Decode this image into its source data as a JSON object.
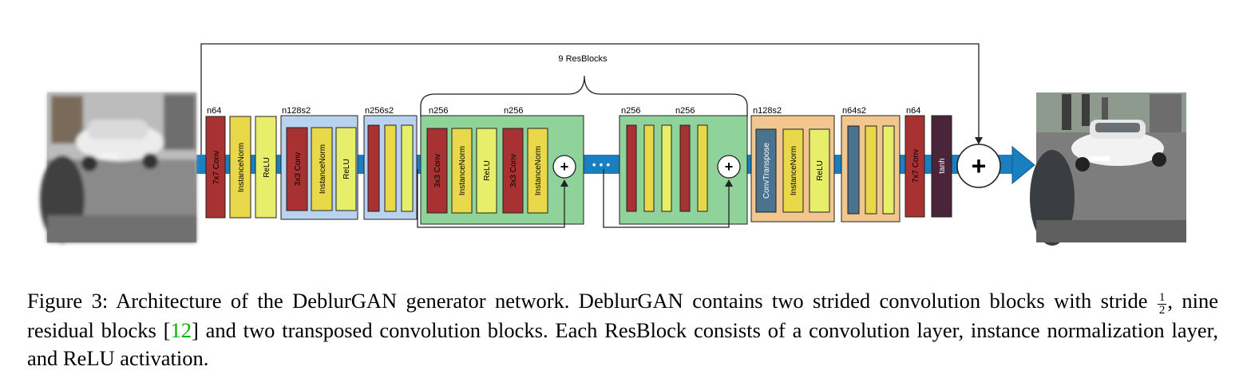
{
  "diagram": {
    "resblocks_label": "9 ResBlocks",
    "group_labels": {
      "n64_first": "n64",
      "n128s2_down": "n128s2",
      "n256s2_down": "n256s2",
      "res1_a": "n256",
      "res1_b": "n256",
      "res9_a": "n256",
      "res9_b": "n256",
      "n128s2_up": "n128s2",
      "n64s2_up": "n64s2",
      "n64_last": "n64"
    },
    "layer_labels": {
      "conv7_in": "7x7 Conv",
      "norm_in": "InstanceNorm",
      "relu_in": "ReLU",
      "conv3_down": "3x3 Conv",
      "norm_down": "InstanceNorm",
      "relu_down": "ReLU",
      "res_conv1": "3x3 Conv",
      "res_norm1": "InstanceNorm",
      "res_relu": "ReLU",
      "res_conv2": "3x3 Conv",
      "res_norm2": "InstanceNorm",
      "convtranspose": "ConvTranspose",
      "norm_up": "InstanceNorm",
      "relu_up": "ReLU",
      "conv7_out": "7x7 Conv",
      "tanh": "tanh"
    },
    "ellipsis": "• • •",
    "plus_symbol": "+",
    "colors": {
      "conv": "#a83232",
      "norm": "#e8d84a",
      "relu": "#e6ee6a",
      "convtranspose": "#4a7390",
      "tanh": "#4a2438",
      "down_block": "#b9d2ee",
      "res_block": "#8fd39a",
      "up_block": "#f2c68f",
      "pipe": "#1a7fc1"
    }
  },
  "caption": {
    "prefix": "Figure 3: Architecture of the DeblurGAN generator network. DeblurGAN contains two strided convolution blocks with stride",
    "frac_num": "1",
    "frac_den": "2",
    "middle": ", nine residual blocks [",
    "citation": "12",
    "suffix": "] and two transposed convolution blocks. Each ResBlock consists of a convolution layer, instance normalization layer, and ReLU activation."
  }
}
